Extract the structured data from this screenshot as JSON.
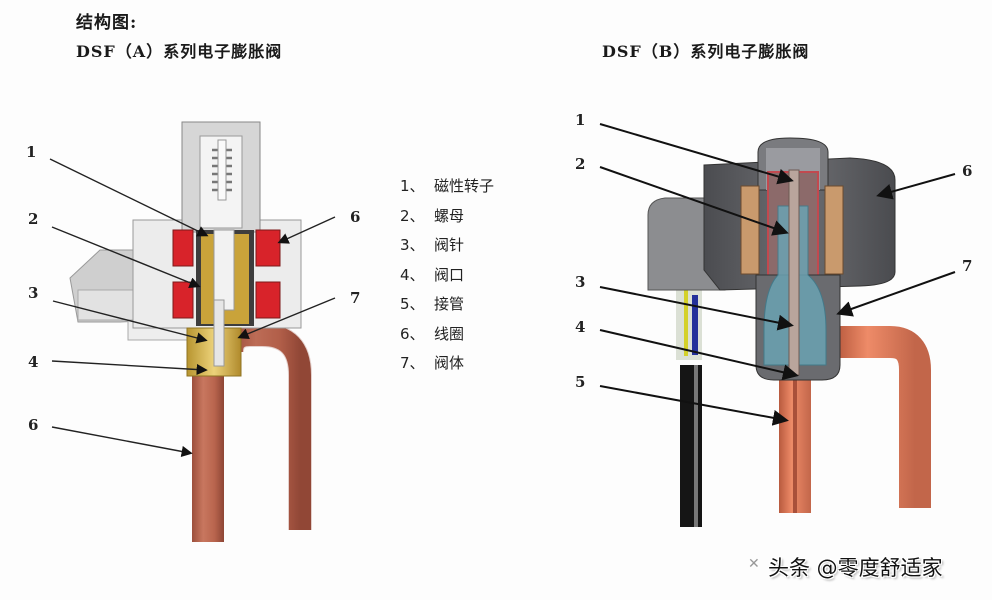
{
  "titles": {
    "main": "结构图:",
    "valve_a": "DSF（A）系列电子膨胀阀",
    "valve_b": "DSF（B）系列电子膨胀阀"
  },
  "legend": [
    {
      "index": "1、",
      "label": "磁性转子"
    },
    {
      "index": "2、",
      "label": "螺母"
    },
    {
      "index": "3、",
      "label": "阀针"
    },
    {
      "index": "4、",
      "label": "阀口"
    },
    {
      "index": "5、",
      "label": "接管"
    },
    {
      "index": "6、",
      "label": "线圈"
    },
    {
      "index": "7、",
      "label": "阀体"
    }
  ],
  "diagram_a": {
    "callouts": [
      "1",
      "2",
      "3",
      "4",
      "6",
      "6",
      "7"
    ]
  },
  "diagram_b": {
    "callouts": [
      "1",
      "2",
      "3",
      "4",
      "5",
      "6",
      "7"
    ]
  },
  "colors": {
    "coil_red": "#d8232a",
    "brass": "#d9b84a",
    "copper": "#c8705a",
    "copper_b": "#e0805e",
    "housing_gray": "#8a8a8a",
    "housing_dark": "#5e5f62"
  },
  "watermark": {
    "text": "头条 @零度舒适家"
  }
}
